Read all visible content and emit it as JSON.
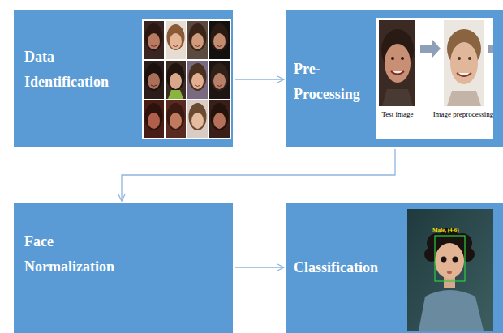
{
  "diagram": {
    "nodes": [
      {
        "text": [
          "Data Identification"
        ]
      },
      {
        "text": [
          "Pre- Processing"
        ]
      },
      {
        "text": [
          "Face Normalization"
        ]
      },
      {
        "text": [
          "Classification"
        ]
      }
    ],
    "edges": [
      {
        "from": 0,
        "to": 1,
        "arrow": "to"
      },
      {
        "from": 1,
        "to": 2,
        "arrow": "to"
      },
      {
        "from": 2,
        "to": 3,
        "arrow": "to"
      }
    ],
    "labels": [
      "Test image",
      "Image preprocessing",
      "Male, (4-6)"
    ]
  }
}
